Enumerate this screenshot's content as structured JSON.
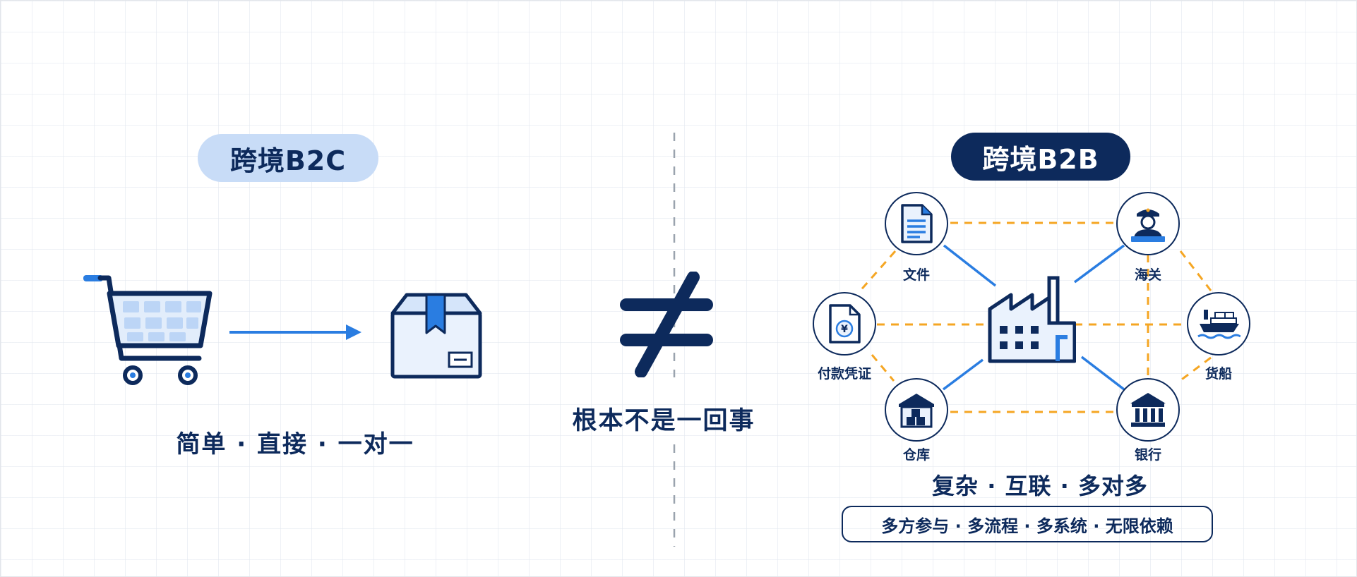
{
  "b2c": {
    "title": "跨境B2C",
    "tagline": "简单 · 直接 · 一对一"
  },
  "comparison": {
    "symbol": "≠",
    "tagline": "根本不是一回事"
  },
  "b2b": {
    "title": "跨境B2B",
    "nodes": {
      "documents": "文件",
      "customs": "海关",
      "payment": "付款凭证",
      "shipping": "货船",
      "warehouse": "仓库",
      "bank": "银行"
    },
    "tagline": "复杂 · 互联 · 多对多",
    "subtagline": "多方参与 · 多流程 · 多系统 · 无限依赖"
  },
  "colors": {
    "navy": "#0d2a5c",
    "blue": "#2a7de1",
    "light_blue": "#c8dcf7",
    "orange": "#f5a623"
  },
  "icons": [
    "shopping-cart-icon",
    "package-box-icon",
    "document-icon",
    "customs-officer-icon",
    "payment-receipt-icon",
    "cargo-ship-icon",
    "warehouse-icon",
    "bank-icon",
    "factory-icon"
  ]
}
